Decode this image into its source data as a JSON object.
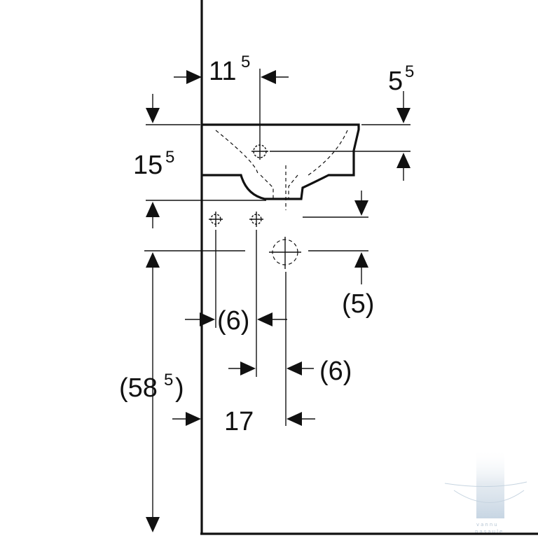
{
  "dimensions": {
    "wall_to_tap_hole": {
      "main": "11",
      "sup": "5"
    },
    "basin_front_offset": {
      "main": "5",
      "sup": "5"
    },
    "basin_height": {
      "main": "15",
      "sup": "5"
    },
    "waste_below_tap": {
      "main": "(5)",
      "sup": ""
    },
    "supply_spacing_a": {
      "main": "(6)",
      "sup": ""
    },
    "supply_spacing_b": {
      "main": "(6)",
      "sup": ""
    },
    "mounting_height": {
      "open": "(58",
      "sup": "5",
      "close": ")"
    },
    "wall_to_waste": {
      "main": "17",
      "sup": ""
    }
  },
  "watermark": {
    "text_line_1": "vannu",
    "text_line_2": "pasaule",
    "color": "#cfdbe6"
  },
  "colors": {
    "ink": "#111111",
    "background": "#ffffff"
  }
}
